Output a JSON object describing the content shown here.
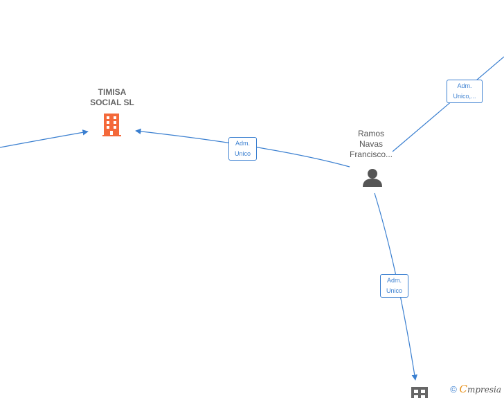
{
  "nodes": {
    "company_main": {
      "line1": "TIMISA",
      "line2": "SOCIAL  SL",
      "color": "#f4693a"
    },
    "person": {
      "line1": "Ramos",
      "line2": "Navas",
      "line3": "Francisco...",
      "color": "#555555"
    },
    "company_bottom": {
      "color": "#666666"
    }
  },
  "edges": {
    "to_company_main": {
      "line1": "Adm.",
      "line2": "Unico"
    },
    "to_top_right": {
      "line1": "Adm.",
      "line2": "Unico,..."
    },
    "to_company_bottom": {
      "line1": "Adm.",
      "line2": "Unico"
    }
  },
  "footer": {
    "copyright_symbol": "©",
    "brand_e": "C",
    "brand_rest": "mpresia"
  },
  "colors": {
    "edge": "#3a7fd0"
  }
}
